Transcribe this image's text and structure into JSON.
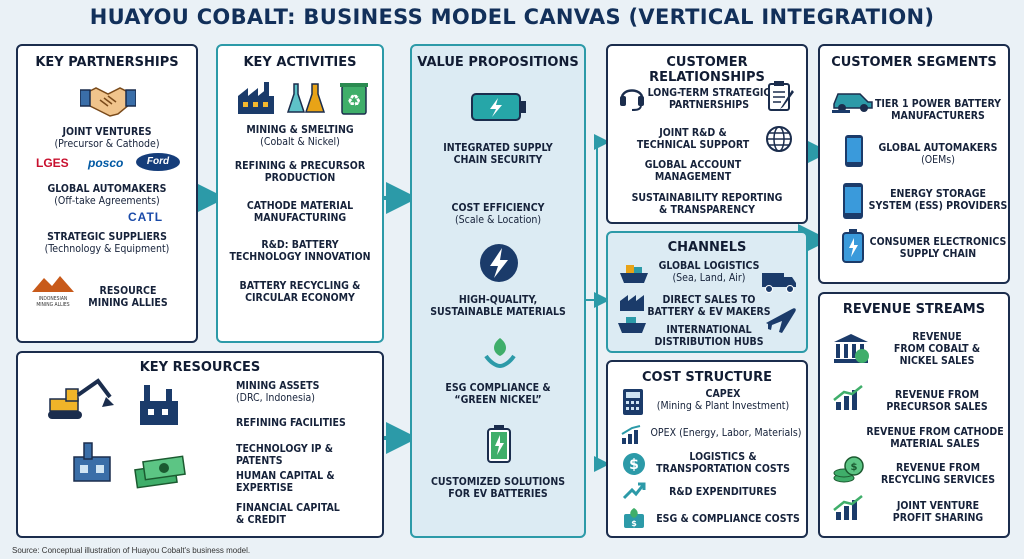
{
  "title": "HUAYOU COBALT: BUSINESS MODEL CANVAS (VERTICAL INTEGRATION)",
  "key_partnerships": {
    "header": "KEY PARTNERSHIPS",
    "joint_ventures": "JOINT VENTURES",
    "joint_ventures_sub": "(Precursor & Cathode)",
    "logos": [
      "LGES",
      "posco",
      "Ford",
      "CATL"
    ],
    "global_automakers": "GLOBAL AUTOMAKERS",
    "global_automakers_sub": "(Off-take Agreements)",
    "strategic_suppliers": "STRATEGIC SUPPLIERS",
    "strategic_suppliers_sub": "(Technology & Equipment)",
    "indonesian_logo": "INDONESIAN MINING ALLIES",
    "resource_mining": "RESOURCE",
    "resource_mining_2": "MINING ALLIES"
  },
  "key_activities": {
    "header": "KEY ACTIVITIES",
    "items": [
      {
        "l1": "MINING & SMELTING",
        "l2": "(Cobalt & Nickel)"
      },
      {
        "l1": "REFINING & PRECURSOR",
        "l2": "PRODUCTION"
      },
      {
        "l1": "CATHODE MATERIAL",
        "l2": "MANUFACTURING"
      },
      {
        "l1": "R&D: BATTERY",
        "l2": "TECHNOLOGY INNOVATION"
      },
      {
        "l1": "BATTERY RECYCLING &",
        "l2": "CIRCULAR ECONOMY"
      }
    ]
  },
  "key_resources": {
    "header": "KEY RESOURCES",
    "items": [
      {
        "l1": "MINING ASSETS",
        "l2": "(DRC, Indonesia)"
      },
      {
        "l1": "REFINING FACILITIES",
        "l2": ""
      },
      {
        "l1": "TECHNOLOGY IP & PATENTS",
        "l2": ""
      },
      {
        "l1": "HUMAN CAPITAL &",
        "l2": "EXPERTISE"
      },
      {
        "l1": "FINANCIAL CAPITAL",
        "l2": "& CREDIT"
      }
    ]
  },
  "value_propositions": {
    "header": "VALUE PROPOSITIONS",
    "items": [
      {
        "l1": "INTEGRATED SUPPLY",
        "l2": "CHAIN SECURITY"
      },
      {
        "l1": "COST EFFICIENCY",
        "l2": "(Scale & Location)"
      },
      {
        "l1": "HIGH-QUALITY,",
        "l2": "SUSTAINABLE MATERIALS"
      },
      {
        "l1": "ESG COMPLIANCE &",
        "l2": "“GREEN NICKEL”"
      },
      {
        "l1": "CUSTOMIZED SOLUTIONS",
        "l2": "FOR EV BATTERIES"
      }
    ]
  },
  "customer_relationships": {
    "header": "CUSTOMER RELATIONSHIPS",
    "items": [
      {
        "l1": "LONG-TERM STRATEGIC",
        "l2": "PARTNERSHIPS"
      },
      {
        "l1": "JOINT R&D &",
        "l2": "TECHNICAL SUPPORT"
      },
      {
        "l1": "GLOBAL ACCOUNT",
        "l2": "MANAGEMENT"
      },
      {
        "l1": "SUSTAINABILITY REPORTING",
        "l2": "& TRANSPARENCY"
      }
    ]
  },
  "channels": {
    "header": "CHANNELS",
    "items": [
      {
        "l1": "GLOBAL LOGISTICS",
        "l2": "(Sea, Land, Air)"
      },
      {
        "l1": "DIRECT SALES TO",
        "l2": "BATTERY & EV MAKERS"
      },
      {
        "l1": "INTERNATIONAL",
        "l2": "DISTRIBUTION HUBS"
      }
    ]
  },
  "cost_structure": {
    "header": "COST STRUCTURE",
    "items": [
      {
        "l1": "CAPEX",
        "l2": "(Mining & Plant Investment)"
      },
      {
        "l1": "OPEX (Energy, Labor, Materials)",
        "l2": ""
      },
      {
        "l1": "LOGISTICS &",
        "l2": "TRANSPORTATION COSTS"
      },
      {
        "l1": "R&D EXPENDITURES",
        "l2": ""
      },
      {
        "l1": "ESG & COMPLIANCE COSTS",
        "l2": ""
      }
    ]
  },
  "customer_segments": {
    "header": "CUSTOMER SEGMENTS",
    "items": [
      {
        "l1": "TIER 1  POWER BATTERY",
        "l2": "MANUFACTURERS"
      },
      {
        "l1": "GLOBAL AUTOMAKERS",
        "l2": "(OEMs)"
      },
      {
        "l1": "ENERGY STORAGE",
        "l2": "SYSTEM (ESS) PROVIDERS"
      },
      {
        "l1": "CONSUMER ELECTRONICS",
        "l2": "SUPPLY CHAIN"
      }
    ]
  },
  "revenue_streams": {
    "header": "REVENUE STREAMS",
    "items": [
      {
        "l1": "REVENUE",
        "l2": "FROM COBALT &",
        "l3": "NICKEL SALES"
      },
      {
        "l1": "REVENUE FROM",
        "l2": "PRECURSOR SALES",
        "l3": ""
      },
      {
        "l1": "REVENUE FROM CATHODE",
        "l2": "MATERIAL SALES",
        "l3": ""
      },
      {
        "l1": "REVENUE FROM",
        "l2": "RECYCLING SERVICES",
        "l3": ""
      },
      {
        "l1": "JOINT VENTURE",
        "l2": "PROFIT SHARING",
        "l3": ""
      }
    ]
  },
  "source": "Source: Conceptual illustration of Huayou Cobalt's business model.",
  "colors": {
    "navy": "#1b2d4d",
    "teal": "#2c9aa8",
    "accent_orange": "#e8a317",
    "panel_light": "#dcebf3"
  }
}
